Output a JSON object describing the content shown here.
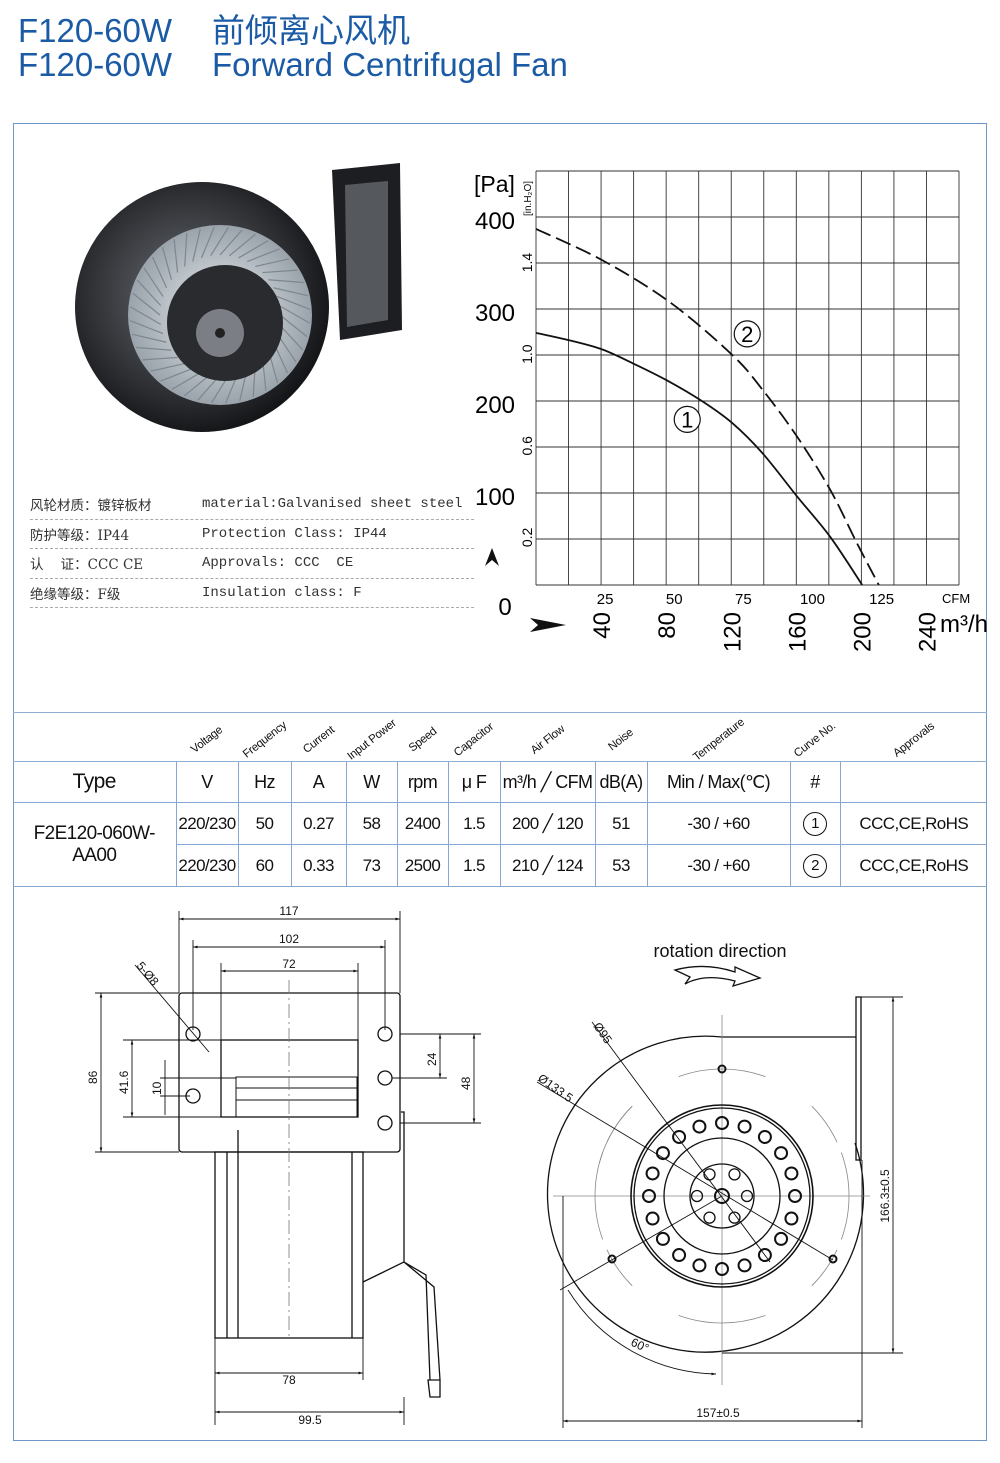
{
  "header": {
    "model": "F120-60W",
    "name_cn": "前倾离心风机",
    "name_en": "Forward Centrifugal Fan"
  },
  "colors": {
    "title": "#1b5ba6",
    "frame": "#6f98c8"
  },
  "specs": [
    {
      "cn": "风轮材质：镀锌板材",
      "en": "material:Galvanised sheet steel"
    },
    {
      "cn": "防护等级：IP44",
      "en": "Protection Class: IP44"
    },
    {
      "cn": "认    证：CCC CE",
      "en": "Approvals: CCC  CE"
    },
    {
      "cn": "绝缘等级：F级",
      "en": "Insulation class: F"
    }
  ],
  "chart_data": {
    "type": "line",
    "title": "",
    "xlabel": "CFM",
    "xlabel2": "m³/h",
    "ylabel": "[Pa]",
    "ylabel2": "[in.H₂O]",
    "xlim": [
      0,
      153
    ],
    "ylim": [
      0,
      450
    ],
    "grid": true,
    "x_ticks": [
      25,
      50,
      75,
      100,
      125
    ],
    "x2_ticks": [
      40,
      80,
      120,
      160,
      200,
      240
    ],
    "y_ticks": [
      0,
      100,
      200,
      300,
      400
    ],
    "y2_ticks": [
      "0.2",
      "0.6",
      "1.0",
      "1.4"
    ],
    "series": [
      {
        "name": "①",
        "style": "solid",
        "x": [
          0,
          12,
          24,
          35,
          47,
          60,
          71,
          82,
          94.5,
          106.5,
          118
        ],
        "y": [
          274,
          266,
          256,
          241,
          223,
          200,
          176,
          143,
          96,
          52,
          0
        ],
        "label_at": [
          54.7,
          180
        ]
      },
      {
        "name": "②",
        "style": "dashed",
        "x": [
          0,
          24,
          48.6,
          71,
          82,
          94.5,
          106.5,
          116,
          124
        ],
        "y": [
          387,
          353,
          307,
          250,
          212,
          161,
          103,
          46,
          0
        ],
        "label_at": [
          76.4,
          273
        ]
      }
    ]
  },
  "table": {
    "header_labels": [
      "Voltage",
      "Frequency",
      "Current",
      "Input Power",
      "Speed",
      "Capacitor",
      "Air Flow",
      "Noise",
      "Temperature",
      "Curve No.",
      "Approvals"
    ],
    "type_label": "Type",
    "units": [
      "V",
      "Hz",
      "A",
      "W",
      "rpm",
      "μ F",
      "m³/h ╱ CFM",
      "dB(A)",
      "Min / Max(℃)",
      "#",
      ""
    ],
    "model": "F2E120-060W-AA00",
    "rows": [
      {
        "voltage": "220/230",
        "freq": "50",
        "current": "0.27",
        "power": "58",
        "speed": "2400",
        "cap": "1.5",
        "airflow": "200 ╱ 120",
        "noise": "51",
        "temp": "-30 / +60",
        "curve": "1",
        "approvals": "CCC,CE,RoHS"
      },
      {
        "voltage": "220/230",
        "freq": "60",
        "current": "0.33",
        "power": "73",
        "speed": "2500",
        "cap": "1.5",
        "airflow": "210 ╱ 124",
        "noise": "53",
        "temp": "-30 / +60",
        "curve": "2",
        "approvals": "CCC,CE,RoHS"
      }
    ]
  },
  "drawing_side": {
    "d117": "117",
    "d102": "102",
    "d72": "72",
    "holes": "5-Ø8",
    "d86": "86",
    "d41_6": "41.6",
    "d10": "10",
    "d24": "24",
    "d48": "48",
    "d78": "78",
    "d99_5": "99.5"
  },
  "drawing_front": {
    "rotation": "rotation direction",
    "d95": "Ø95",
    "d133_5": "Ø133.5",
    "angle": "60°",
    "height": "166.3±0.5",
    "width": "157±0.5"
  }
}
